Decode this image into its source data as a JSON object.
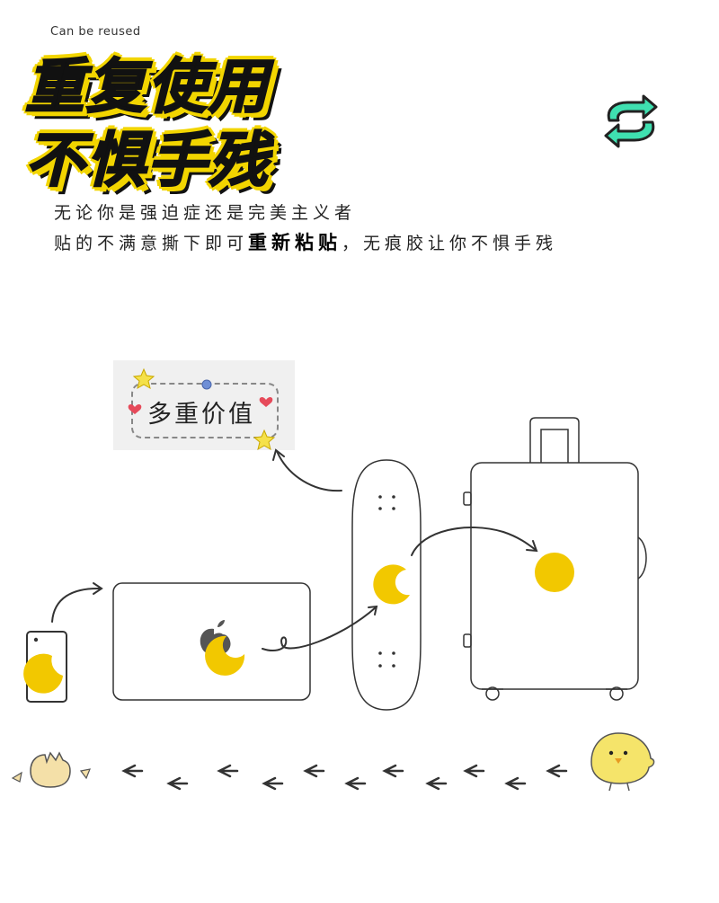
{
  "header": {
    "tagline": "Can be reused",
    "title_line1": "重复使用",
    "title_line2": "不惧手残"
  },
  "description": {
    "line1": "无论你是强迫症还是完美主义者",
    "line2_before": "贴的不满意撕下即可",
    "line2_bold": "重新粘贴",
    "line2_after": "，无痕胶让你不惧手残"
  },
  "badge": {
    "label": "多重价值"
  },
  "icons": {
    "reuse": "reuse-cycle-icon",
    "apple": "apple-logo-icon",
    "chick": "chick-icon",
    "eggshell": "eggshell-icon"
  },
  "colors": {
    "accent_yellow": "#f2c800",
    "reuse_green": "#3fe0b0",
    "line": "#333333"
  }
}
